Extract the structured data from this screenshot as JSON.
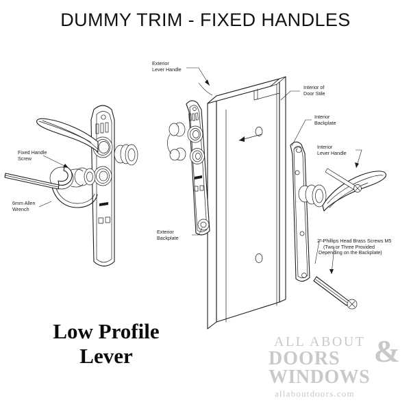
{
  "document": {
    "title": "DUMMY TRIM - FIXED HANDLES",
    "caption_line1": "Low Profile",
    "caption_line2": "Lever"
  },
  "annotations": [
    {
      "id": "exterior-lever-handle",
      "line1": "Exterior",
      "line2": "Lever Handle"
    },
    {
      "id": "interior-of-door-stile",
      "line1": "Interior of",
      "line2": "Door Stile"
    },
    {
      "id": "interior-backplate",
      "line1": "Interior",
      "line2": "Backplate"
    },
    {
      "id": "interior-lever-handle",
      "line1": "Interior",
      "line2": "Lever Handle"
    },
    {
      "id": "fixed-handle-screw",
      "line1": "Fixed Handle",
      "line2": "Screw"
    },
    {
      "id": "allen-wrench",
      "line1": "6mm Allen",
      "line2": "Wrench"
    },
    {
      "id": "exterior-backplate",
      "line1": "Exterior",
      "line2": "Backplate"
    },
    {
      "id": "brass-screws",
      "line1": "2\" Phillips Head Brass Screws M5",
      "line2": "(Two or Three Provided",
      "line3": "Depending on the Backplate)"
    }
  ],
  "logo": {
    "line1": "ALL ABOUT",
    "ampersand": "&",
    "line2": "DOORS",
    "line3": "WINDOWS",
    "url": "allaboutdoors.com"
  },
  "colors": {
    "background": "#ffffff",
    "ink": "#1a1a1a",
    "title": "#111111",
    "logo_gray": "#c9c9c9"
  }
}
